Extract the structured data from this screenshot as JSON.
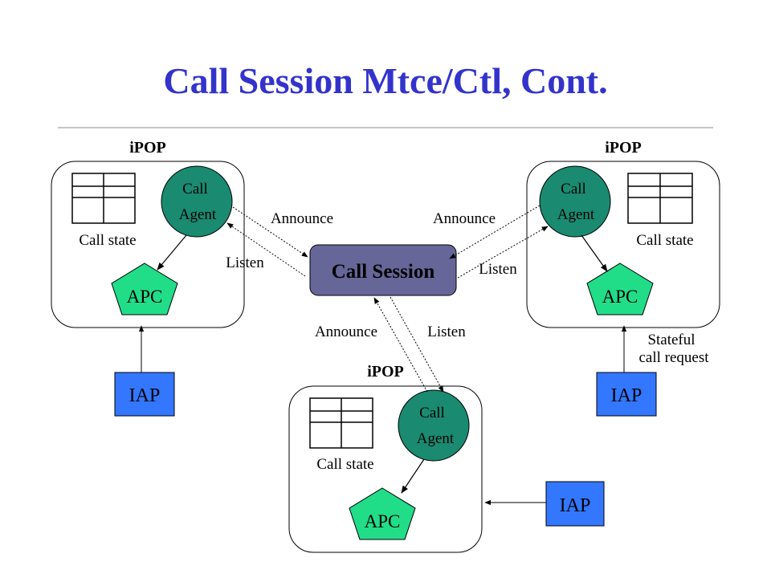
{
  "slide": {
    "title": "Call Session Mtce/Ctl, Cont."
  },
  "colors": {
    "title": "#3333cc",
    "call_agent": "#1a8a70",
    "apc": "#22dd88",
    "iap": "#3377ff",
    "call_session": "#666699"
  },
  "pops": [
    {
      "id": "left",
      "label": "iPOP",
      "agent": [
        "Call",
        "Agent"
      ],
      "state_label": "Call state",
      "apc_label": "APC"
    },
    {
      "id": "right",
      "label": "iPOP",
      "agent": [
        "Call",
        "Agent"
      ],
      "state_label": "Call state",
      "apc_label": "APC"
    },
    {
      "id": "bottom",
      "label": "iPOP",
      "agent": [
        "Call",
        "Agent"
      ],
      "state_label": "Call state",
      "apc_label": "APC"
    }
  ],
  "call_session": {
    "label": "Call Session"
  },
  "iaps": [
    {
      "id": "left",
      "label": "IAP"
    },
    {
      "id": "right",
      "label": "IAP"
    },
    {
      "id": "bottom",
      "label": "IAP"
    }
  ],
  "links": {
    "left": {
      "announce": "Announce",
      "listen": "Listen"
    },
    "right": {
      "announce": "Announce",
      "listen": "Listen"
    },
    "bottom": {
      "announce": "Announce",
      "listen": "Listen"
    }
  },
  "stateful_note": [
    "Stateful",
    "call request"
  ]
}
